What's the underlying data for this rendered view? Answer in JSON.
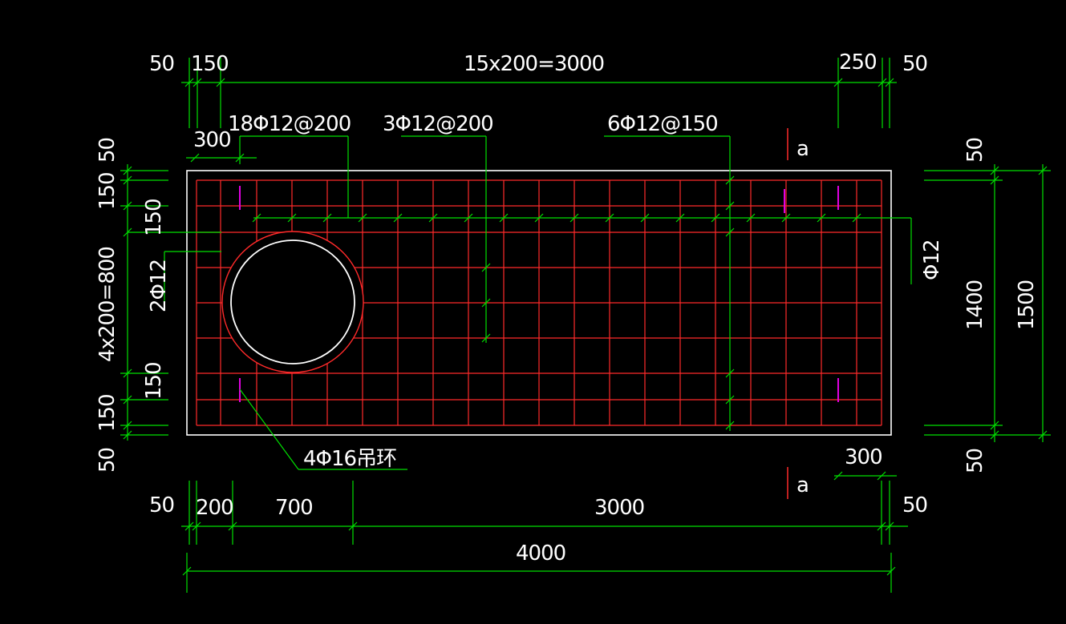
{
  "colors": {
    "background": "#000000",
    "outline": "#ffffff",
    "rebar_grid": "#ff2a2a",
    "dimension": "#00e000",
    "lifting_ring": "#e000e0",
    "text": "#ffffff"
  },
  "top_dims": {
    "d1": "50",
    "d2": "150",
    "d3": "15x200=3000",
    "d4": "250",
    "d5": "50"
  },
  "bottom_dims": {
    "d1": "50",
    "d2": "200",
    "d3": "700",
    "d4": "3000",
    "d5": "50",
    "total": "4000",
    "d300": "300"
  },
  "left_dims": {
    "d1": "50",
    "d2": "150",
    "d3": "150",
    "d4": "4x200=800",
    "d5": "150",
    "d6": "150",
    "d7": "50"
  },
  "right_dims": {
    "d1": "50",
    "d2": "1400",
    "d3": "1500",
    "d4": "50"
  },
  "labels": {
    "dim_300_top": "300",
    "rebar_long": "18Φ12@200",
    "rebar_mid": "3Φ12@200",
    "rebar_right": "6Φ12@150",
    "rebar_hole": "2Φ12",
    "rebar_side": "Φ12",
    "lifting_ring": "4Φ16吊环",
    "section_top": "a",
    "section_bottom": "a"
  }
}
